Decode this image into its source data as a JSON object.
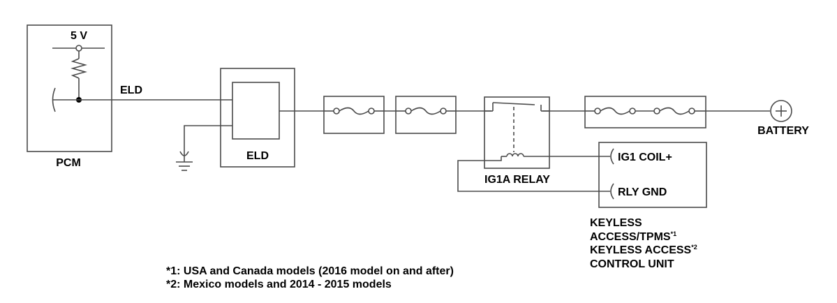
{
  "labels": {
    "pcm_voltage": "5 V",
    "pcm_signal": "ELD",
    "pcm": "PCM",
    "eld": "ELD",
    "relay": "IG1A RELAY",
    "battery": "BATTERY",
    "ig1_coil": "IG1 COIL+",
    "rly_gnd": "RLY GND",
    "unit_line1": "KEYLESS",
    "unit_line2": "ACCESS/TPMS",
    "unit_line2_sup": "*1",
    "unit_line3": "KEYLESS ACCESS",
    "unit_line3_sup": "*2",
    "unit_line4": "CONTROL UNIT"
  },
  "notes": [
    "*1: USA and Canada models (2016 model on and after)",
    "*2: Mexico models and 2014 - 2015 models"
  ],
  "colors": {
    "line": "#4a4a4a",
    "text": "#000000"
  }
}
